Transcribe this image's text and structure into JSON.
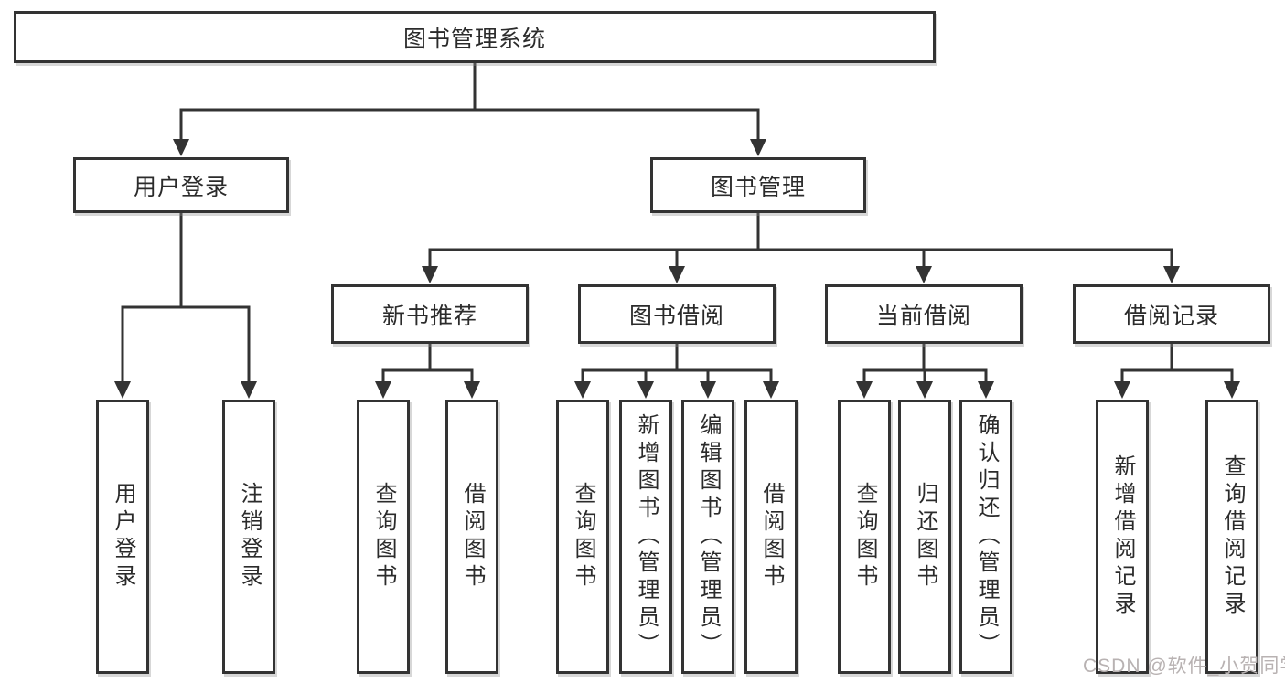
{
  "diagram": {
    "root": {
      "label": "图书管理系统"
    },
    "userLogin": {
      "label": "用户登录",
      "children": [
        {
          "label": "用户登录"
        },
        {
          "label": "注销登录"
        }
      ]
    },
    "bookManage": {
      "label": "图书管理"
    },
    "sections": [
      {
        "label": "新书推荐",
        "children": [
          {
            "label": "查询图书"
          },
          {
            "label": "借阅图书"
          }
        ]
      },
      {
        "label": "图书借阅",
        "children": [
          {
            "label": "查询图书"
          },
          {
            "label": "新增图书（管理员）"
          },
          {
            "label": "编辑图书（管理员）"
          },
          {
            "label": "借阅图书"
          }
        ]
      },
      {
        "label": "当前借阅",
        "children": [
          {
            "label": "查询图书"
          },
          {
            "label": "归还图书"
          },
          {
            "label": "确认归还（管理员）"
          }
        ]
      },
      {
        "label": "借阅记录",
        "children": [
          {
            "label": "新增借阅记录"
          },
          {
            "label": "查询借阅记录"
          }
        ]
      }
    ],
    "watermark": "CSDN @软件_小贺同学",
    "colors": {
      "line": "#333333",
      "box_border": "#333333",
      "text": "#2b2b2b",
      "watermark": "#b8b2b2",
      "background": "#ffffff"
    }
  }
}
